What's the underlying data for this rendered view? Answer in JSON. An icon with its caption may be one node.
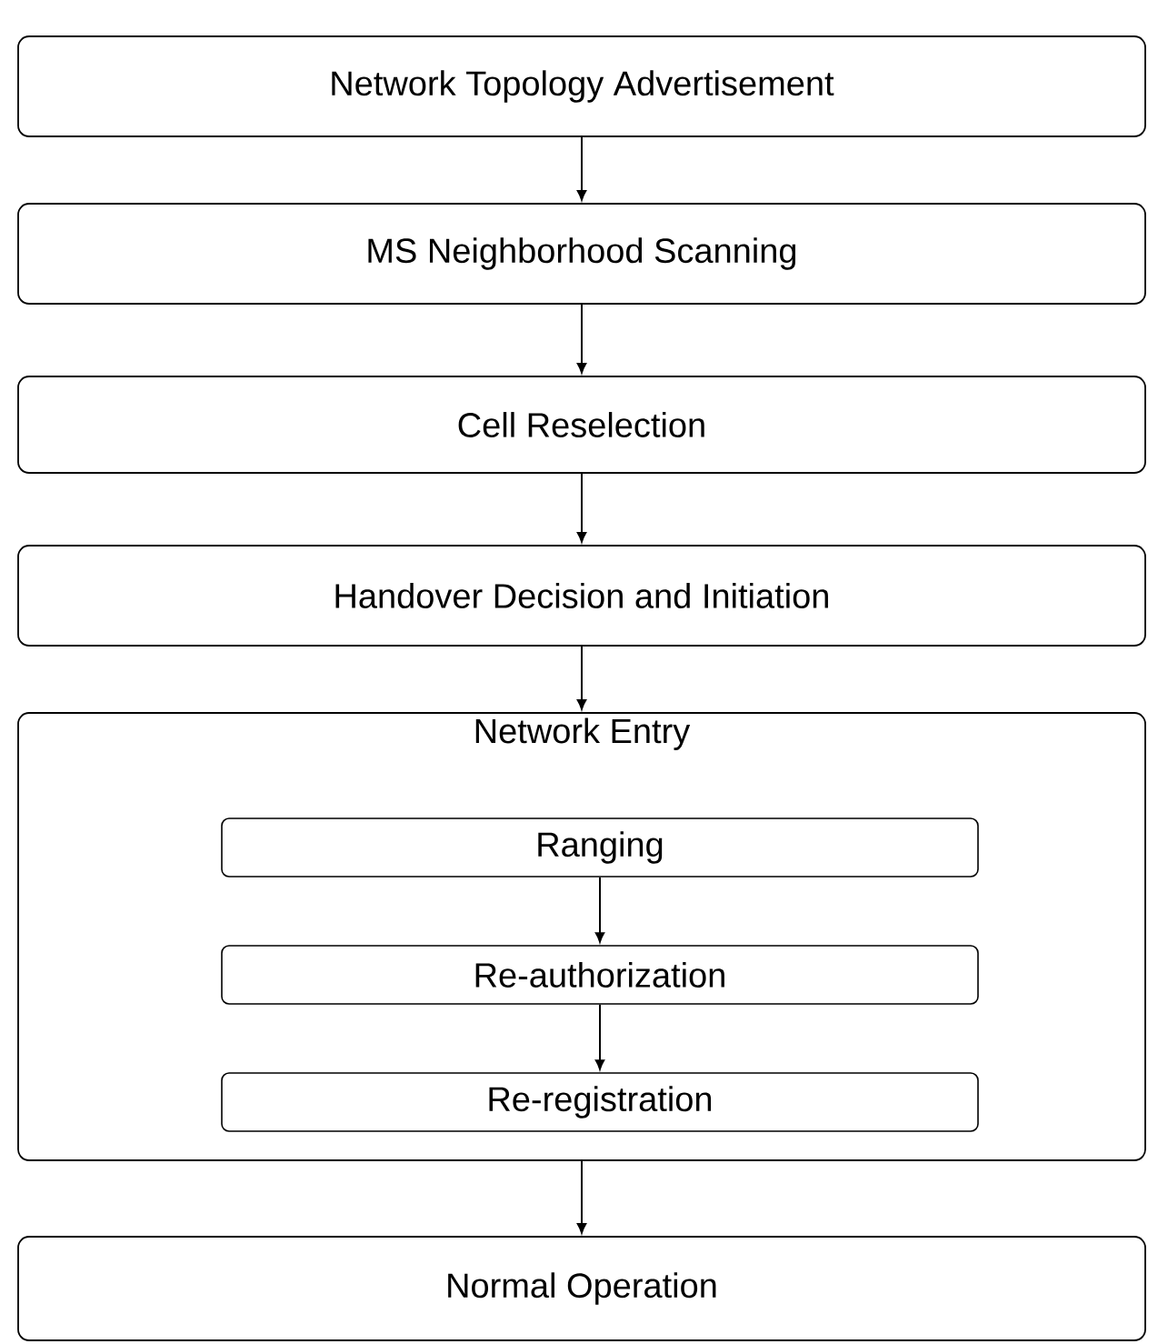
{
  "diagram": {
    "nodes": [
      {
        "text": [
          "Network Topology Advertisement"
        ]
      },
      {
        "text": [
          "MS Neighborhood Scanning"
        ]
      },
      {
        "text": [
          "Cell Reselection"
        ]
      },
      {
        "text": [
          "Handover Decision and Initiation"
        ]
      },
      {
        "text": [
          "Network Entry"
        ]
      },
      {
        "text": [
          "Ranging"
        ],
        "in": 4
      },
      {
        "text": [
          "Re-authorization"
        ],
        "in": 4
      },
      {
        "text": [
          "Re-registration"
        ],
        "in": 4
      },
      {
        "text": [
          "Normal Operation"
        ]
      }
    ],
    "edges": [
      {
        "from": 0,
        "to": 1,
        "arrow": "to"
      },
      {
        "from": 1,
        "to": 2,
        "arrow": "to"
      },
      {
        "from": 2,
        "to": 3,
        "arrow": "to"
      },
      {
        "from": 3,
        "to": 4,
        "arrow": "to"
      },
      {
        "from": 5,
        "to": 6,
        "arrow": "to"
      },
      {
        "from": 6,
        "to": 7,
        "arrow": "to"
      },
      {
        "from": 4,
        "to": 8,
        "arrow": "to"
      }
    ]
  }
}
